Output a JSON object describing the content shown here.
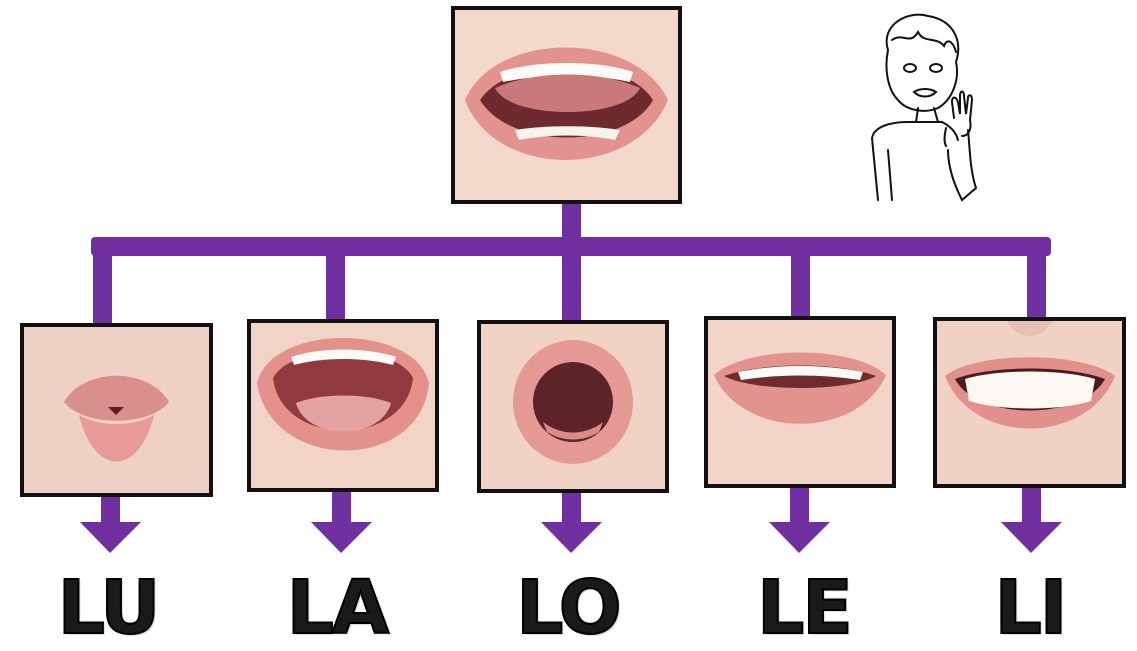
{
  "colors": {
    "connector": "#7030a0",
    "frame": "#111111",
    "lip": "#d98a86",
    "skin": "#f2d2c4"
  },
  "diagram": {
    "root": {
      "name": "open-mouth-tongue-raised-photo",
      "icon": "mouth-l-sound-photo"
    },
    "signer": {
      "icon": "sign-language-child-drawing"
    },
    "syllables": [
      {
        "label": "LU",
        "mouth": "rounded-pursed-lips-photo"
      },
      {
        "label": "LA",
        "mouth": "wide-open-mouth-photo"
      },
      {
        "label": "LO",
        "mouth": "round-open-mouth-photo"
      },
      {
        "label": "LE",
        "mouth": "spread-lips-photo"
      },
      {
        "label": "LI",
        "mouth": "wide-smile-teeth-photo"
      }
    ]
  }
}
